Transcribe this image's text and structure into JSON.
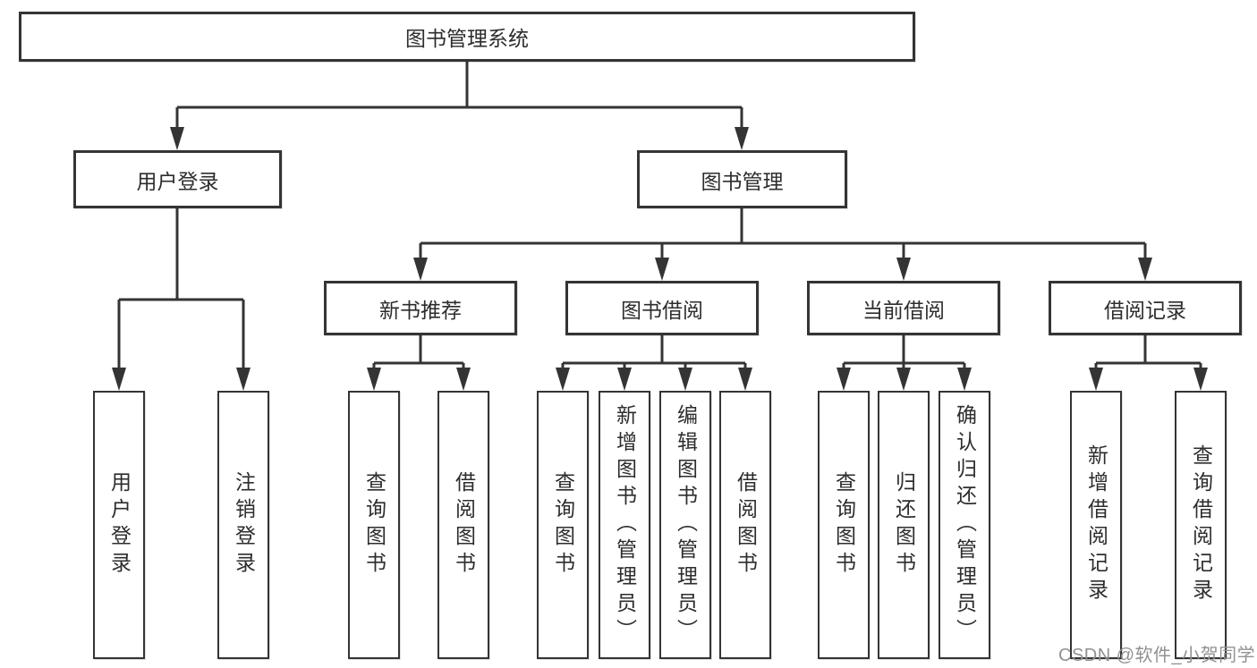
{
  "tree": {
    "label": "图书管理系统",
    "children": [
      {
        "label": "用户登录",
        "children": [
          {
            "label": "用户登录"
          },
          {
            "label": "注销登录"
          }
        ]
      },
      {
        "label": "图书管理",
        "children": [
          {
            "label": "新书推荐",
            "children": [
              {
                "label": "查询图书"
              },
              {
                "label": "借阅图书"
              }
            ]
          },
          {
            "label": "图书借阅",
            "children": [
              {
                "label": "查询图书"
              },
              {
                "label": "新增图书（管理员）"
              },
              {
                "label": "编辑图书（管理员）"
              },
              {
                "label": "借阅图书"
              }
            ]
          },
          {
            "label": "当前借阅",
            "children": [
              {
                "label": "查询图书"
              },
              {
                "label": "归还图书"
              },
              {
                "label": "确认归还（管理员）"
              }
            ]
          },
          {
            "label": "借阅记录",
            "children": [
              {
                "label": "新增借阅记录"
              },
              {
                "label": "查询借阅记录"
              }
            ]
          }
        ]
      }
    ]
  },
  "watermark": {
    "text": "CSDN @软件_小贺同学"
  },
  "colors": {
    "line": "#343434",
    "box_border": "#343434",
    "text": "#2d2d2d",
    "watermark_text": "#8f9193",
    "background": "#ffffff"
  }
}
